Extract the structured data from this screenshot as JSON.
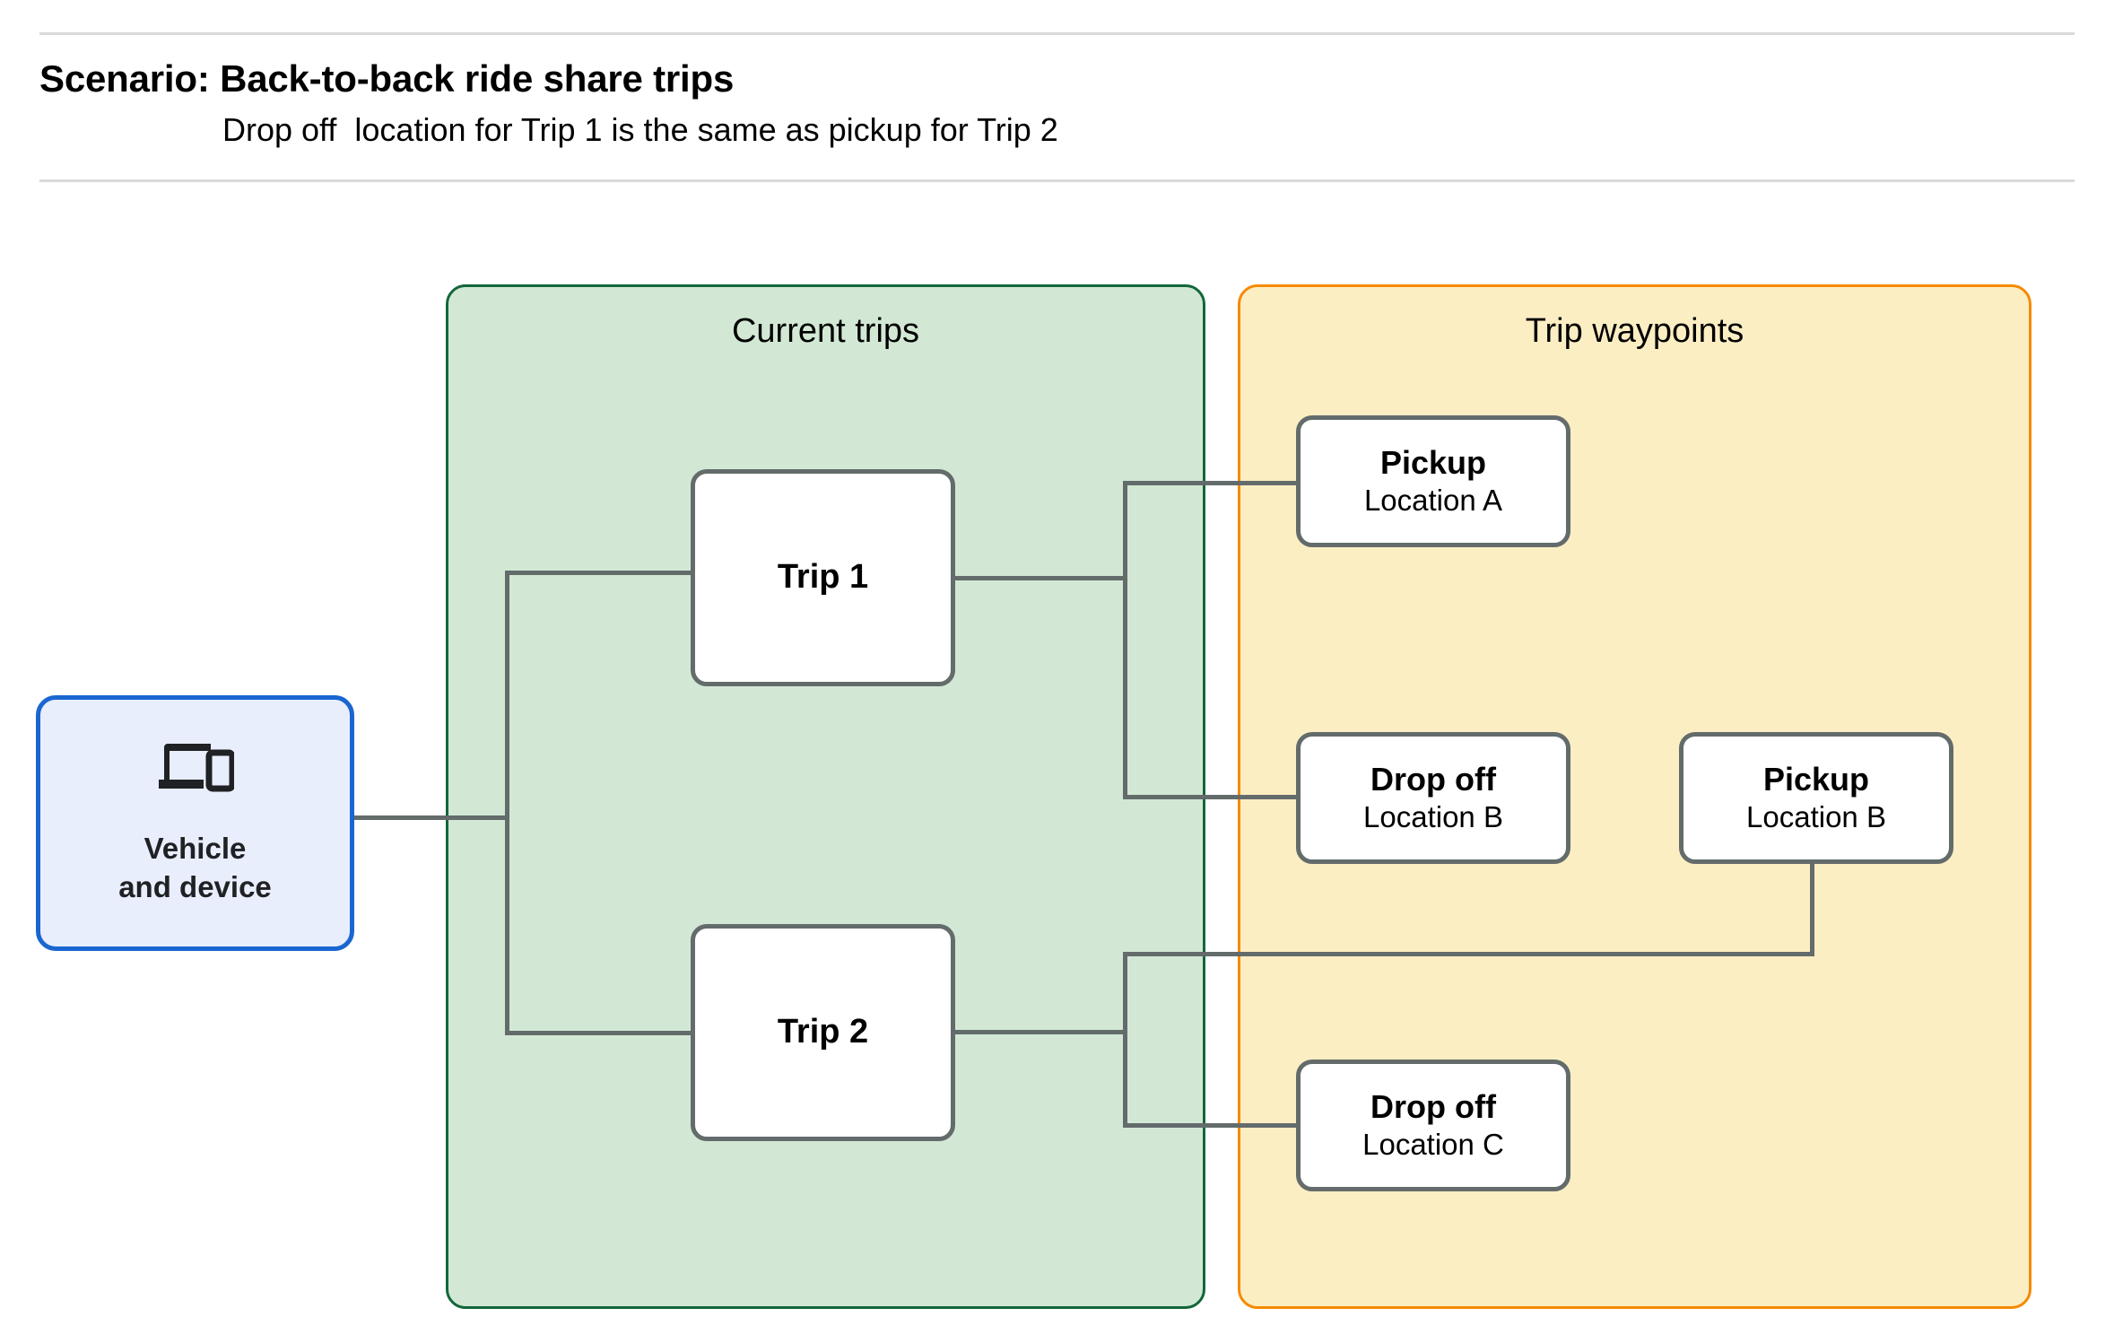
{
  "header": {
    "title": "Scenario: Back-to-back ride share trips",
    "subtitle": "Drop off  location for Trip 1 is the same as pickup for Trip 2"
  },
  "panels": {
    "current_trips": {
      "title": "Current trips",
      "fill": "#d2e8d5",
      "stroke": "#13663a"
    },
    "trip_waypoints": {
      "title": "Trip waypoints",
      "fill": "#fceec3",
      "stroke": "#f58a00"
    }
  },
  "vehicle_device": {
    "icon": "devices-icon",
    "label": "Vehicle\nand device",
    "fill": "#e8eefc",
    "stroke": "#1a66d0"
  },
  "trips": [
    {
      "label": "Trip 1"
    },
    {
      "label": "Trip 2"
    }
  ],
  "waypoints": [
    {
      "id": "pickup-a",
      "type": "Pickup",
      "location": "Location A"
    },
    {
      "id": "dropoff-b",
      "type": "Drop off",
      "location": "Location B"
    },
    {
      "id": "pickup-b",
      "type": "Pickup",
      "location": "Location B"
    },
    {
      "id": "dropoff-c",
      "type": "Drop off",
      "location": "Location C"
    }
  ],
  "colors": {
    "connector": "#636b6b",
    "node_border": "#636b6b",
    "node_fill": "#ffffff",
    "rule": "#d9d9d9",
    "text": "#000000"
  }
}
